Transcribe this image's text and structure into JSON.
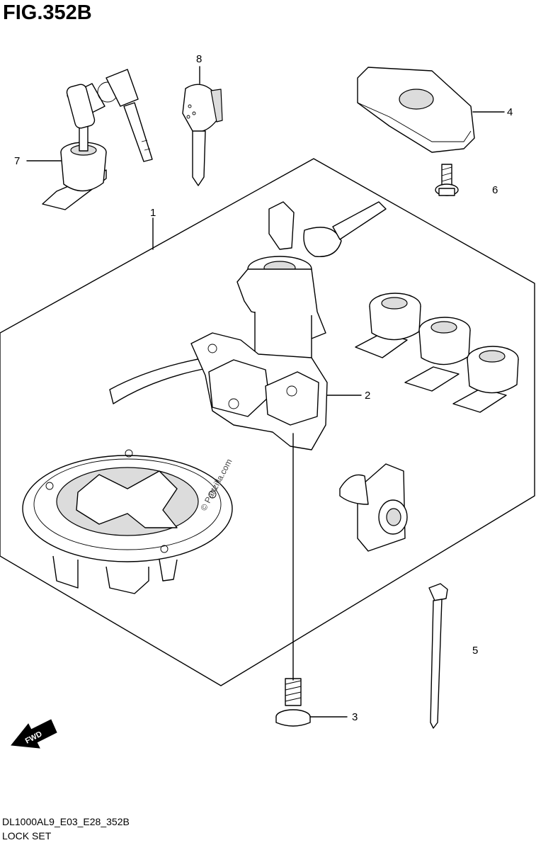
{
  "figure": {
    "title": "FIG.352B",
    "code": "DL1000AL9_E03_E28_352B",
    "name": "LOCK SET",
    "watermark": "© Partzilla.com",
    "fwd_label": "FWD"
  },
  "callouts": [
    {
      "id": "1",
      "label": "1"
    },
    {
      "id": "2",
      "label": "2"
    },
    {
      "id": "3",
      "label": "3"
    },
    {
      "id": "4",
      "label": "4"
    },
    {
      "id": "5",
      "label": "5"
    },
    {
      "id": "6",
      "label": "6"
    },
    {
      "id": "7",
      "label": "7"
    },
    {
      "id": "8",
      "label": "8"
    }
  ]
}
